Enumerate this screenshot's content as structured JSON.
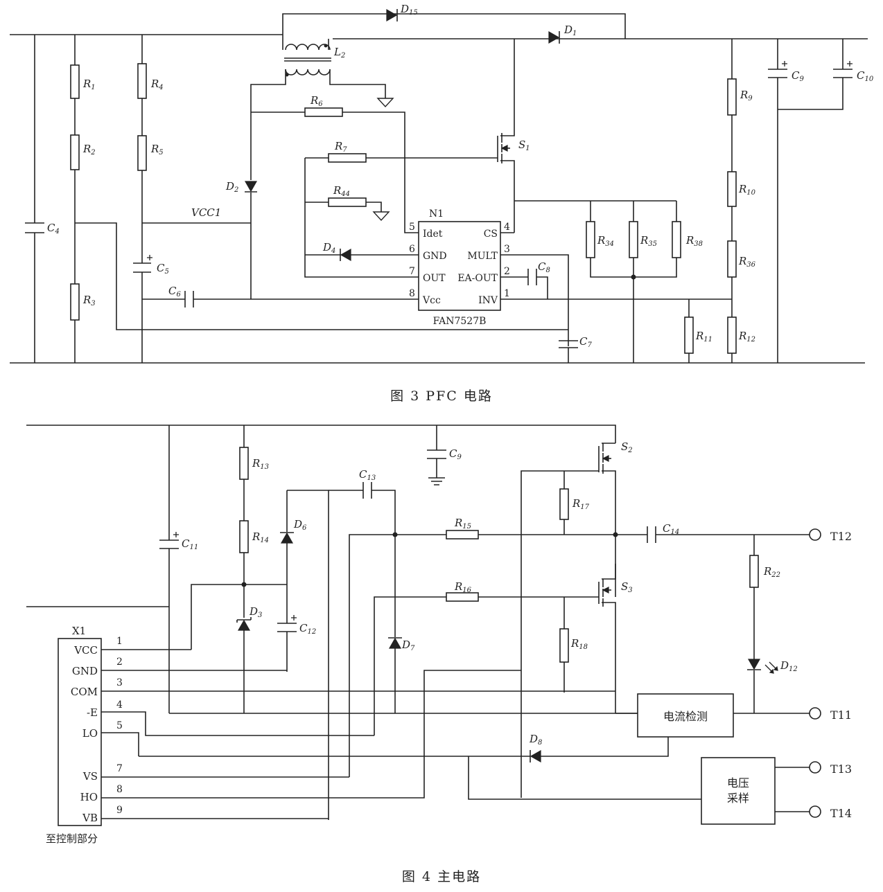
{
  "figure3": {
    "caption": "图 3 PFC 电路",
    "chip": {
      "ref": "N1",
      "name": "FAN7527B",
      "pins_left": [
        {
          "num": "5",
          "name": "Idet"
        },
        {
          "num": "6",
          "name": "GND"
        },
        {
          "num": "7",
          "name": "OUT"
        },
        {
          "num": "8",
          "name": "Vcc"
        }
      ],
      "pins_right": [
        {
          "num": "4",
          "name": "CS"
        },
        {
          "num": "3",
          "name": "MULT"
        },
        {
          "num": "2",
          "name": "EA-OUT"
        },
        {
          "num": "1",
          "name": "INV"
        }
      ]
    },
    "net_label": "VCC1",
    "components": {
      "resistors": [
        "R1",
        "R2",
        "R3",
        "R4",
        "R5",
        "R6",
        "R7",
        "R44",
        "R34",
        "R35",
        "R38",
        "R9",
        "R10",
        "R36",
        "R12",
        "R11"
      ],
      "capacitors": [
        "C4",
        "C5",
        "C6",
        "C7",
        "C8",
        "C9",
        "C10"
      ],
      "diodes": [
        "D15",
        "D1",
        "D2",
        "D4"
      ],
      "inductor": "L2",
      "mosfet": "S1"
    }
  },
  "figure4": {
    "caption": "图 4 主电路",
    "connector": {
      "ref": "X1",
      "pins": [
        {
          "num": "1",
          "name": "VCC"
        },
        {
          "num": "2",
          "name": "GND"
        },
        {
          "num": "3",
          "name": "COM"
        },
        {
          "num": "4",
          "name": "-E"
        },
        {
          "num": "5",
          "name": "LO"
        },
        {
          "num": "7",
          "name": "VS"
        },
        {
          "num": "8",
          "name": "HO"
        },
        {
          "num": "9",
          "name": "VB"
        }
      ],
      "note": "至控制部分"
    },
    "blocks": {
      "current_detect": "电流检测",
      "voltage_sample_line1": "电压",
      "voltage_sample_line2": "采样"
    },
    "terminals": [
      "T12",
      "T11",
      "T13",
      "T14"
    ],
    "components": {
      "resistors": [
        "R13",
        "R14",
        "R15",
        "R16",
        "R17",
        "R18",
        "R22"
      ],
      "capacitors": [
        "C9",
        "C11",
        "C12",
        "C13",
        "C14"
      ],
      "diodes": [
        "D3",
        "D6",
        "D7",
        "D8",
        "D12"
      ],
      "mosfets": [
        "S2",
        "S3"
      ]
    }
  }
}
